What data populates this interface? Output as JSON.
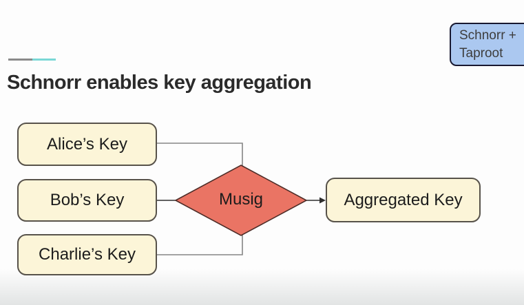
{
  "badge": {
    "line1": "Schnorr +",
    "line2": "Taproot",
    "fill": "#abc8f0",
    "border": "#181830"
  },
  "header": {
    "title": "Schnorr enables key aggregation",
    "title_color": "#2b2b2b"
  },
  "decoration": {
    "gray_bar_color": "#8a8a8a",
    "teal_bar_color": "#7ad8d6"
  },
  "diagram": {
    "inputs": [
      {
        "label": "Alice’s Key"
      },
      {
        "label": "Bob’s Key"
      },
      {
        "label": "Charlie’s Key"
      }
    ],
    "process": {
      "label": "Musig",
      "fill": "#ea7464",
      "border": "#4e2d28"
    },
    "output": {
      "label": "Aggregated Key"
    },
    "node_fill": "#fcf5d8",
    "node_border": "#57524a",
    "connector_gray": "#858585",
    "connector_dark": "#2e2e2e"
  }
}
